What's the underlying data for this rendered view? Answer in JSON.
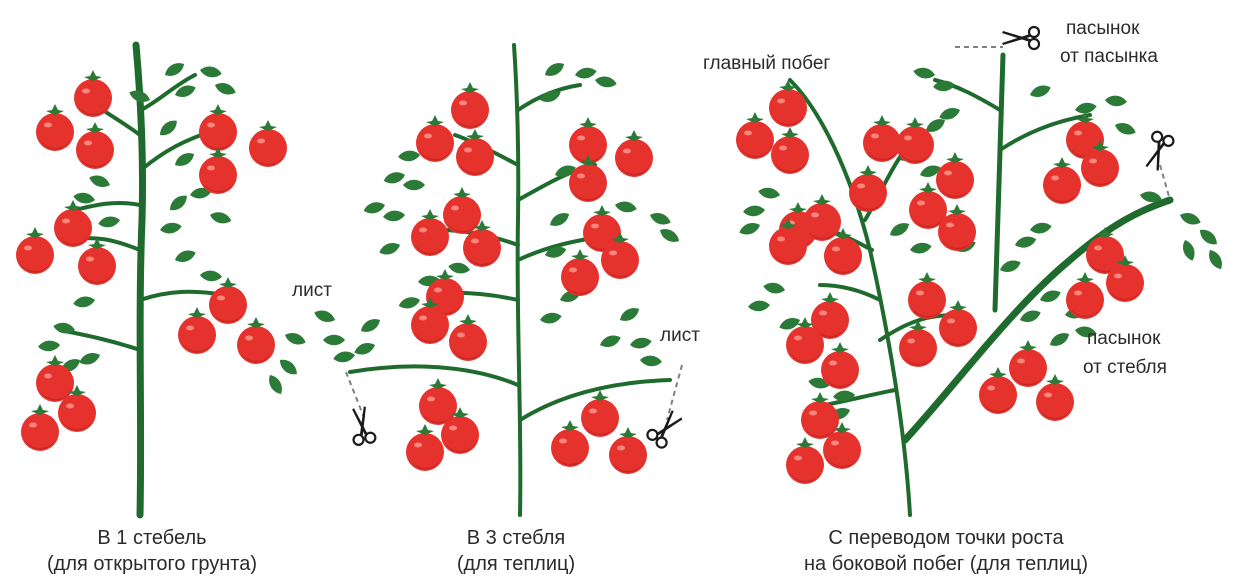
{
  "colors": {
    "stem": "#1f6b2e",
    "leaf": "#2c7a38",
    "tomato": "#e5322d",
    "tomato_shadow": "#b81f1c",
    "highlight": "#ff9a8f",
    "calyx": "#2c7a38",
    "text": "#2b2b2b",
    "dash": "#808080"
  },
  "icons": [
    "scissors-icon"
  ],
  "labels": {
    "leaf_left": "лист",
    "leaf_right": "лист",
    "main_shoot": "главный побег",
    "stepson_of_stepson_1": "пасынок",
    "stepson_of_stepson_2": "от пасынка",
    "stepson_of_stem_1": "пасынок",
    "stepson_of_stem_2": "от стебля"
  },
  "captions": {
    "one_stem_1": "В 1 стебель",
    "one_stem_2": "(для открытого грунта)",
    "three_stems_1": "В 3 стебля",
    "three_stems_2": "(для теплиц)",
    "side_shoot_1": "С переводом точки роста",
    "side_shoot_2": "на боковой побег (для теплиц)"
  }
}
